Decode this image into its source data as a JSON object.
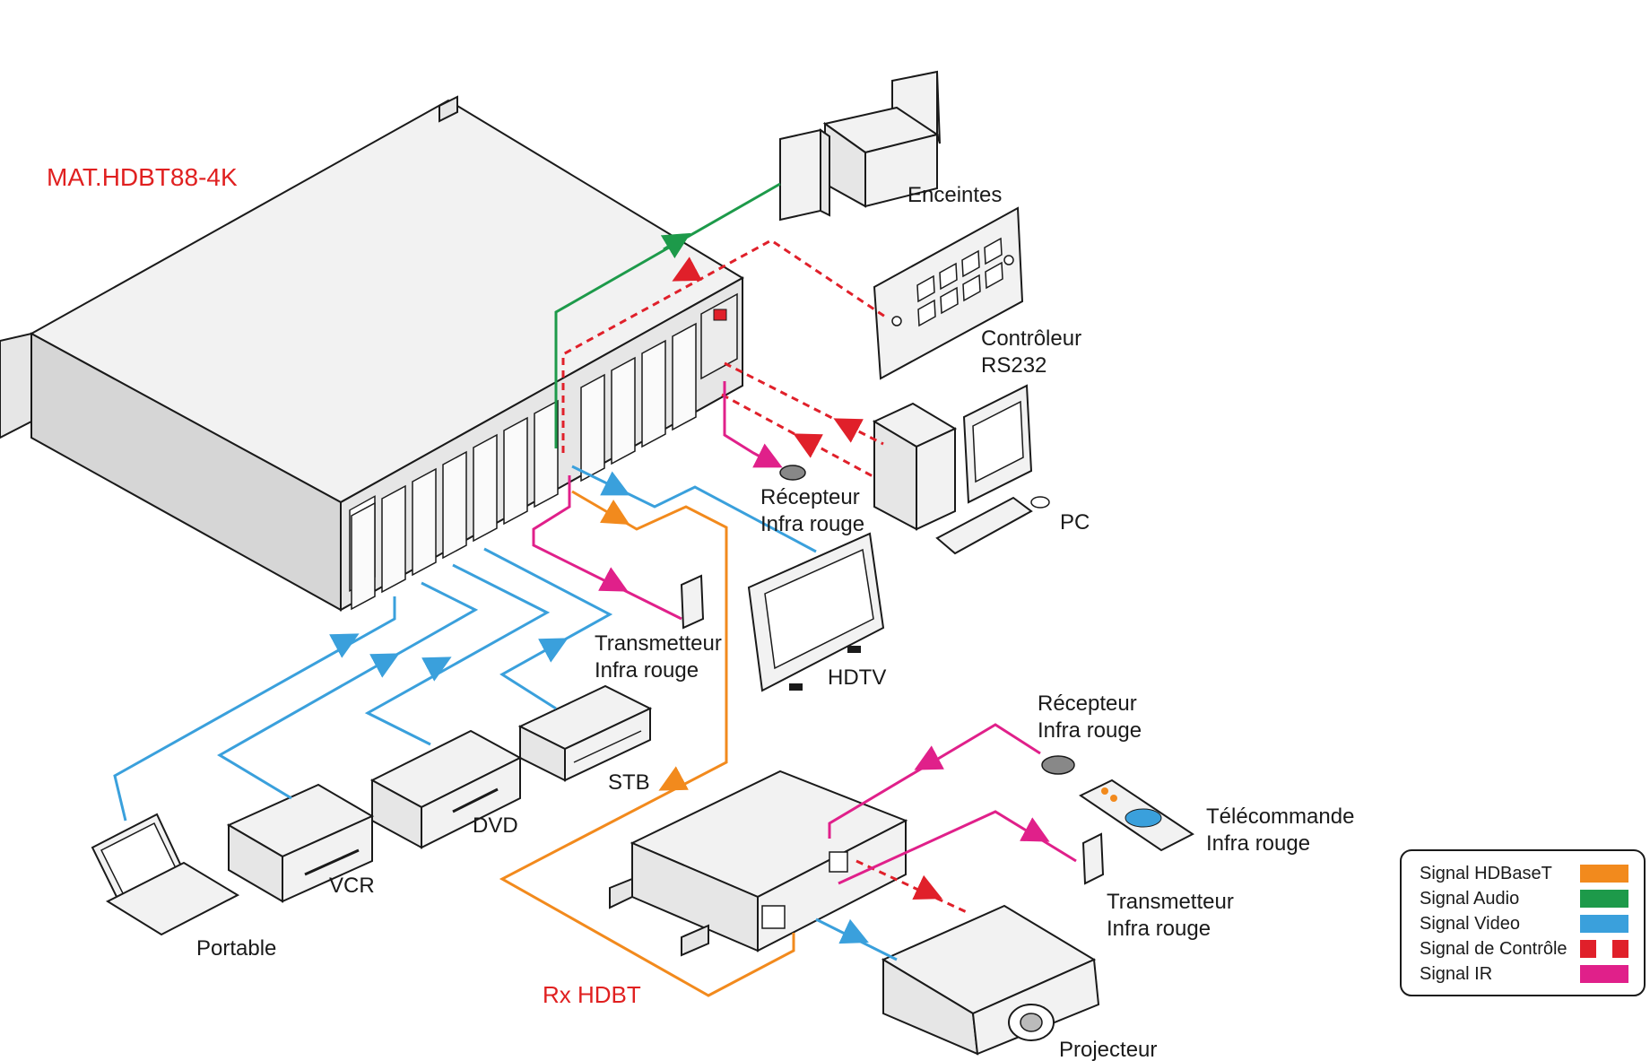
{
  "colors": {
    "hdbaset": "#f28a1d",
    "audio": "#1d9a4a",
    "video": "#3aa0dc",
    "control": "#e0202a",
    "ir": "#e0208a",
    "title": "#e02020"
  },
  "labels": {
    "matrix": "MAT.HDBT88-4K",
    "rx": "Rx HDBT",
    "speakers": "Enceintes",
    "controller_l1": "Contrôleur",
    "controller_l2": "RS232",
    "pc": "PC",
    "ir_rx1_l1": "Récepteur",
    "ir_rx1_l2": "Infra rouge",
    "ir_tx1_l1": "Transmetteur",
    "ir_tx1_l2": "Infra rouge",
    "hdtv": "HDTV",
    "stb": "STB",
    "dvd": "DVD",
    "vcr": "VCR",
    "laptop": "Portable",
    "ir_rx2_l1": "Récepteur",
    "ir_rx2_l2": "Infra rouge",
    "remote_l1": "Télécommande",
    "remote_l2": "Infra rouge",
    "ir_tx2_l1": "Transmetteur",
    "ir_tx2_l2": "Infra rouge",
    "projector": "Projecteur"
  },
  "legend": [
    {
      "label": "Signal HDBaseT",
      "color": "#f28a1d",
      "style": "solid"
    },
    {
      "label": "Signal Audio",
      "color": "#1d9a4a",
      "style": "solid"
    },
    {
      "label": "Signal Video",
      "color": "#3aa0dc",
      "style": "solid"
    },
    {
      "label": "Signal de Contrôle",
      "color": "#e0202a",
      "style": "dashed"
    },
    {
      "label": "Signal IR",
      "color": "#e0208a",
      "style": "solid"
    }
  ]
}
